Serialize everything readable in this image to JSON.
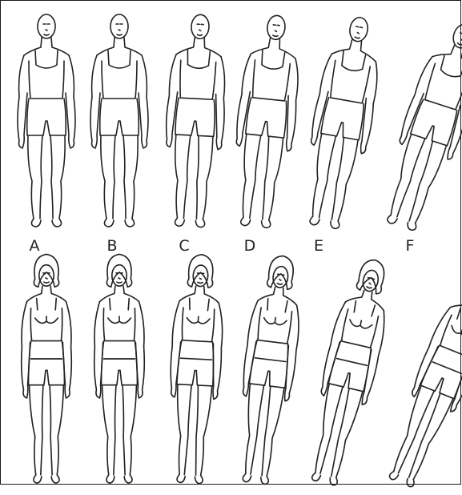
{
  "figure": {
    "labels": [
      "A",
      "B",
      "C",
      "D",
      "E",
      "F"
    ]
  },
  "rows": [
    {
      "name": "male-row",
      "tilts_deg": [
        0,
        0,
        3,
        6,
        10,
        18
      ]
    },
    {
      "name": "female-row",
      "tilts_deg": [
        0,
        0,
        3,
        7,
        13,
        22
      ]
    }
  ]
}
